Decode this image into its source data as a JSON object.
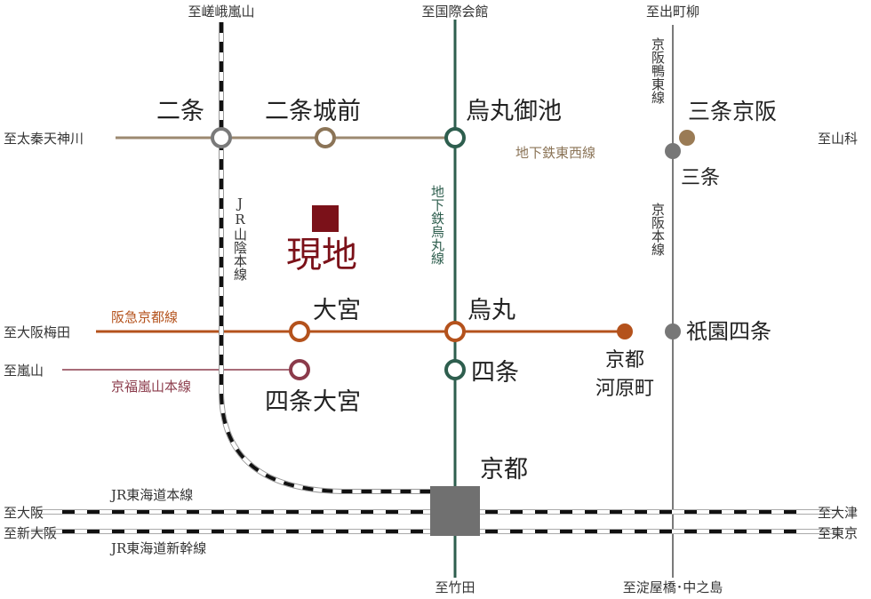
{
  "title": "Access Map",
  "destinations": {
    "top_sagano": "至嵯峨嵐山",
    "top_kokusai": "至国際会館",
    "top_demachi": "至出町柳",
    "left_uzumasa": "至太秦天神川",
    "right_yamashina": "至山科",
    "left_umeda": "至大阪梅田",
    "left_arashiyama": "至嵐山",
    "left_osaka": "至大阪",
    "left_shinosaka": "至新大阪",
    "right_otsu": "至大津",
    "right_tokyo": "至東京",
    "bottom_takeda": "至竹田",
    "bottom_yodoyabashi": "至淀屋橋･中之島"
  },
  "stations": {
    "nijo": "二条",
    "nijojo_mae": "二条城前",
    "karasuma_oike": "烏丸御池",
    "sanjo_keihan": "三条京阪",
    "sanjo": "三条",
    "omiya": "大宮",
    "karasuma": "烏丸",
    "kawaramachi_1": "京都",
    "kawaramachi_2": "河原町",
    "gion_shijo": "祇園四条",
    "shijo": "四条",
    "shijo_omiya": "四条大宮",
    "kyoto": "京都"
  },
  "site_label": "現地",
  "lines": {
    "tozai": "地下鉄東西線",
    "karasuma": "地下鉄烏丸線",
    "sanin": "JR山陰本線",
    "keihan_oto": "京阪鴨東線",
    "keihan_main": "京阪本線",
    "hankyu": "阪急京都線",
    "randen": "京福嵐山本線",
    "tokaido": "JR東海道本線",
    "shinkansen": "JR東海道新幹線"
  },
  "colors": {
    "tozai": "#8b7457",
    "karasuma": "#2e5e4e",
    "hankyu": "#b4521c",
    "randen": "#8b3b4b",
    "keihan": "#7a7a7a",
    "site": "#7b1119"
  }
}
